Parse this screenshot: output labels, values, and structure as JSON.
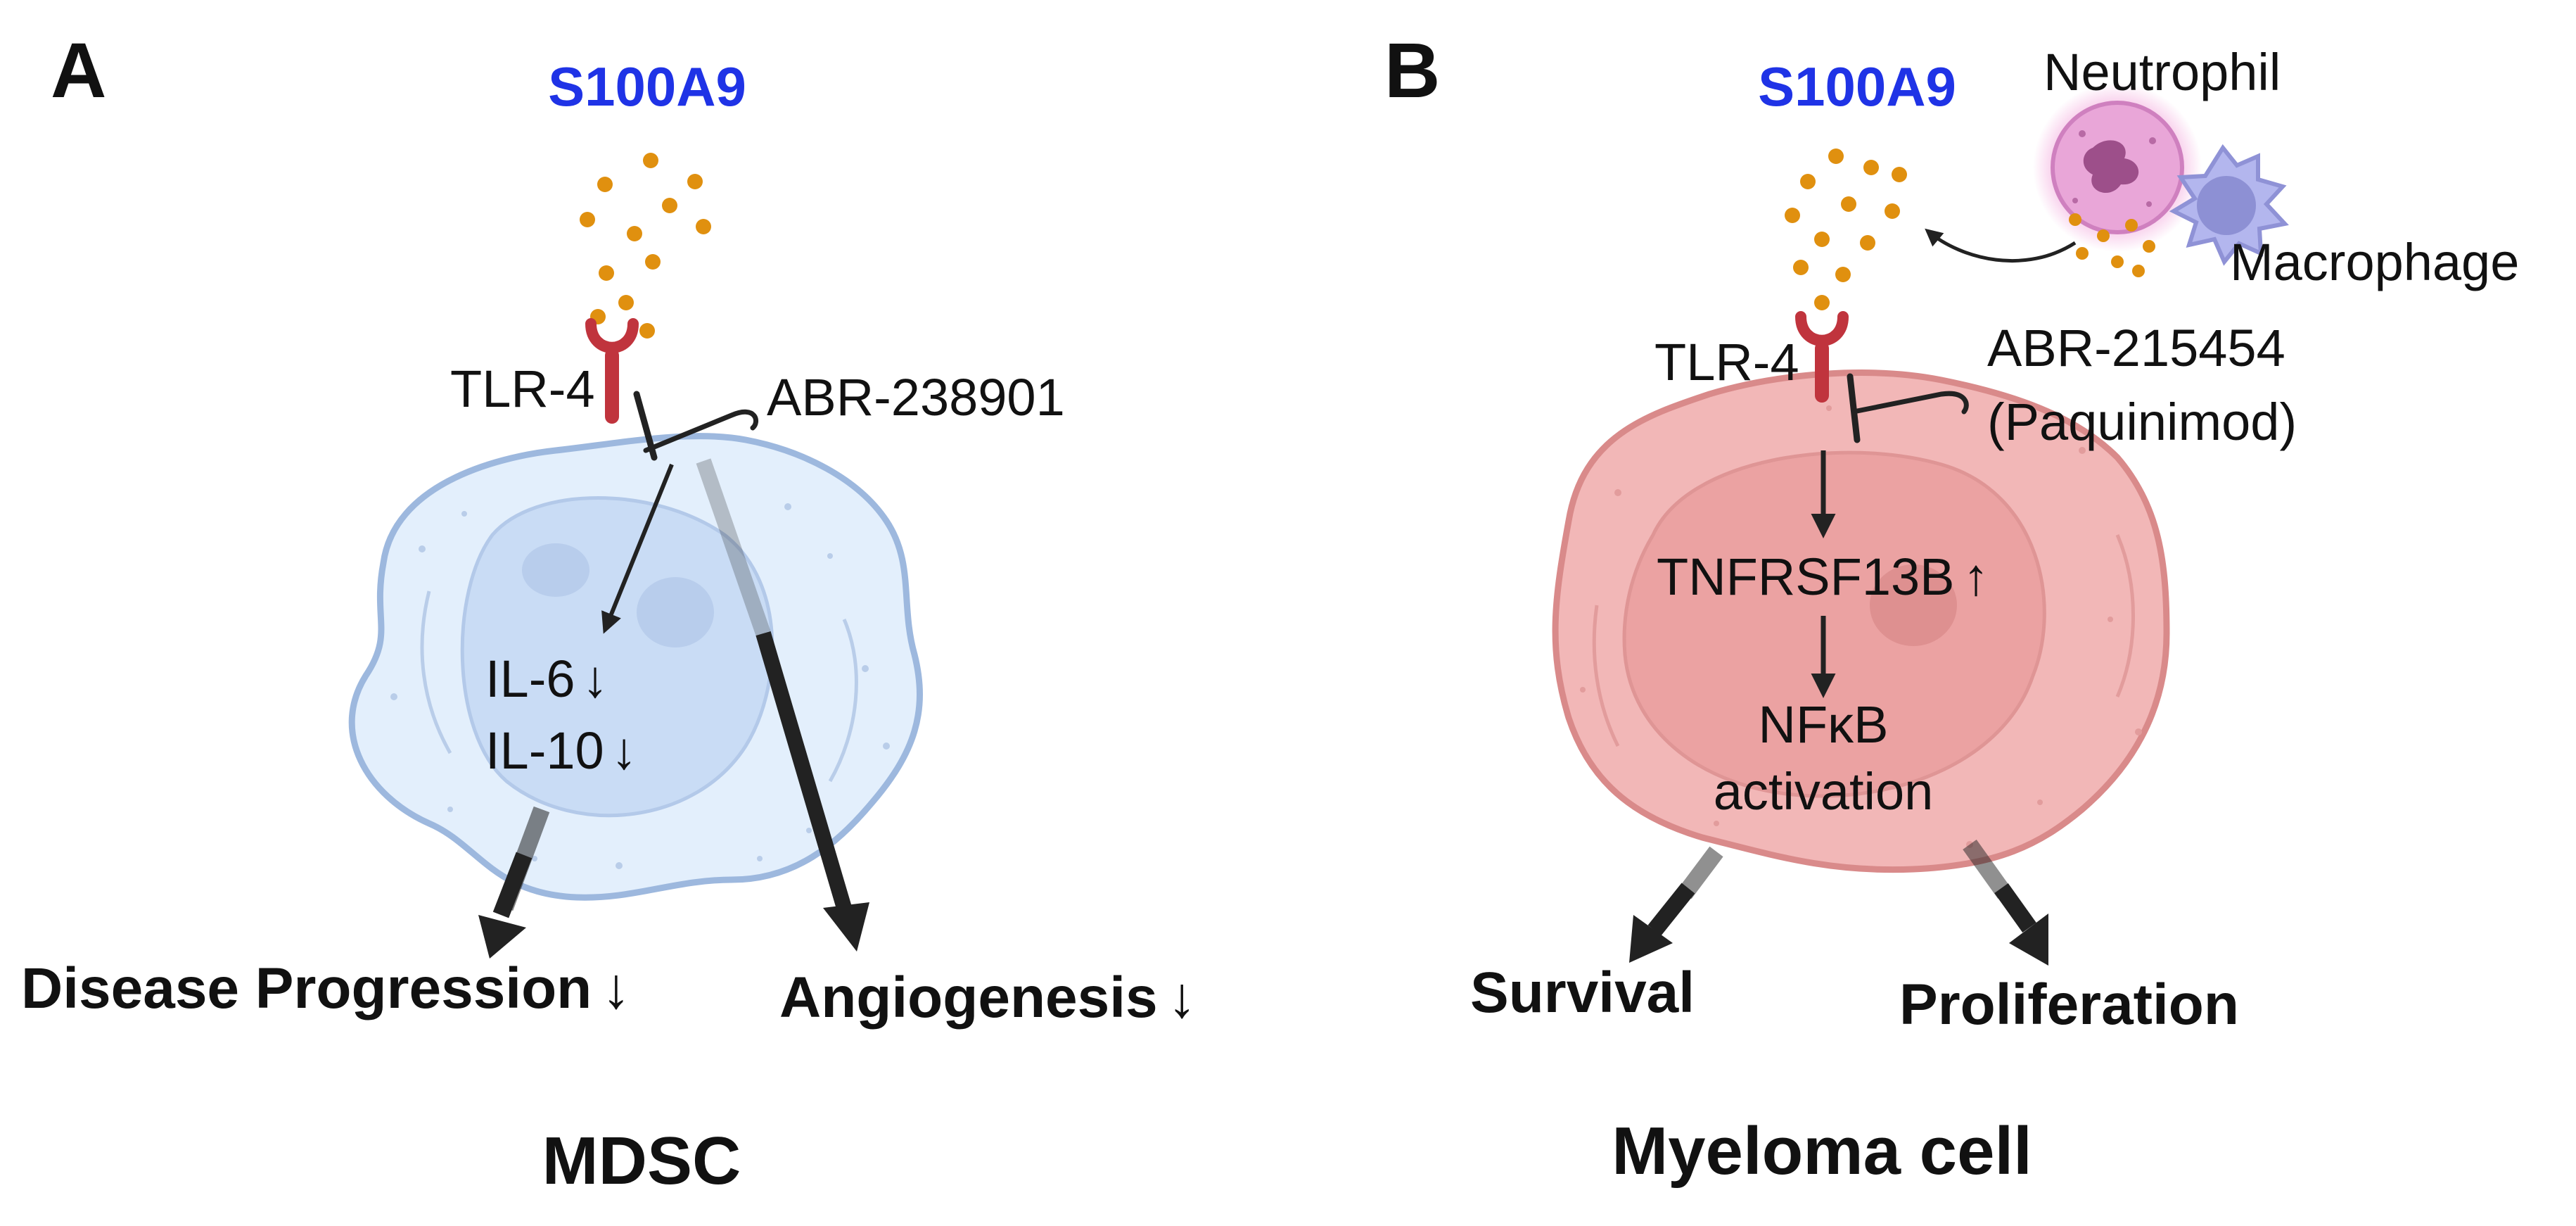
{
  "panel_a": {
    "letter": "A",
    "ligand": "S100A9",
    "receptor": "TLR-4",
    "inhibitor": "ABR-238901",
    "cytokine_1": "IL-6",
    "cytokine_2": "IL-10",
    "outcome_1": "Disease Progression",
    "outcome_2": "Angiogenesis",
    "cell_name": "MDSC",
    "down_symbol": "↓"
  },
  "panel_b": {
    "letter": "B",
    "ligand": "S100A9",
    "source_cell_1": "Neutrophil",
    "source_cell_2": "Macrophage",
    "receptor": "TLR-4",
    "inhibitor_line1": "ABR-215454",
    "inhibitor_line2": "(Paquinimod)",
    "target_gene": "TNFRSF13B",
    "up_symbol": "↑",
    "pathway_line1": "NFκB",
    "pathway_line2": "activation",
    "outcome_1": "Survival",
    "outcome_2": "Proliferation",
    "cell_name": "Myeloma cell"
  },
  "colors": {
    "ligand_text": "#1f33e6",
    "dots": "#e0900f",
    "receptor": "#c0343d",
    "mdsc_fill": "#e3effc",
    "mdsc_outline": "#9db8de",
    "myeloma_fill": "#f2b7b7",
    "myeloma_outline": "#d98a8a",
    "neutrophil": "#e9a6d8",
    "macrophage": "#b3b6ee"
  }
}
